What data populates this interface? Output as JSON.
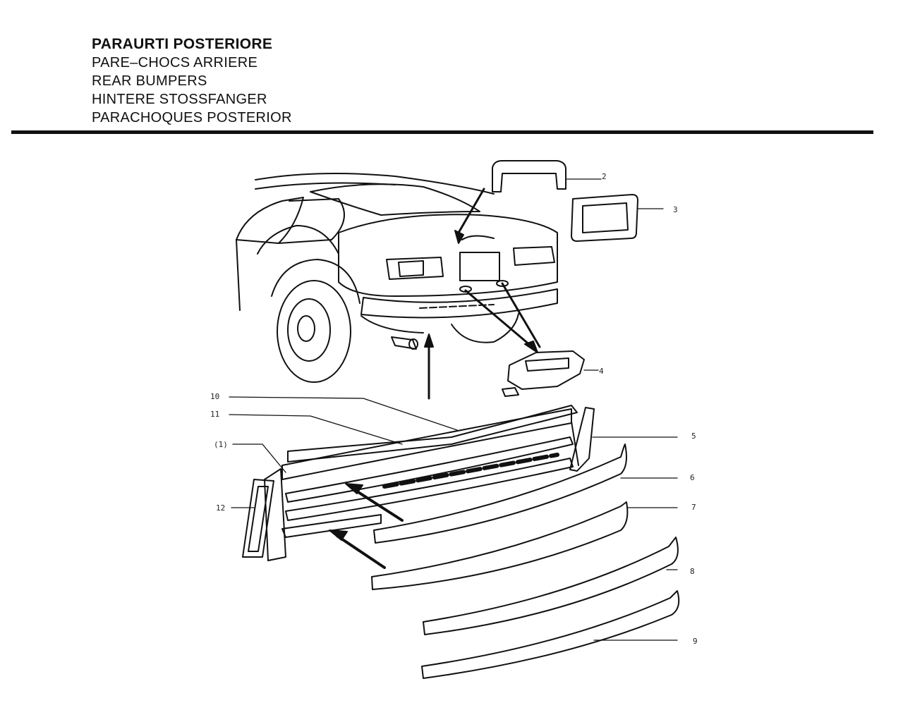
{
  "header": {
    "titles": [
      "PARAURTI POSTERIORE",
      "PARE–CHOCS ARRIERE",
      "REAR BUMPERS",
      "HINTERE STOSSFANGER",
      "PARACHOQUES POSTERIOR"
    ]
  },
  "callouts": {
    "c2": "2",
    "c3": "3",
    "c4": "4",
    "c5": "5",
    "c6": "6",
    "c7": "7",
    "c8": "8",
    "c9": "9",
    "c10": "10",
    "c11": "11",
    "c12": "12",
    "c1": "(1)"
  }
}
